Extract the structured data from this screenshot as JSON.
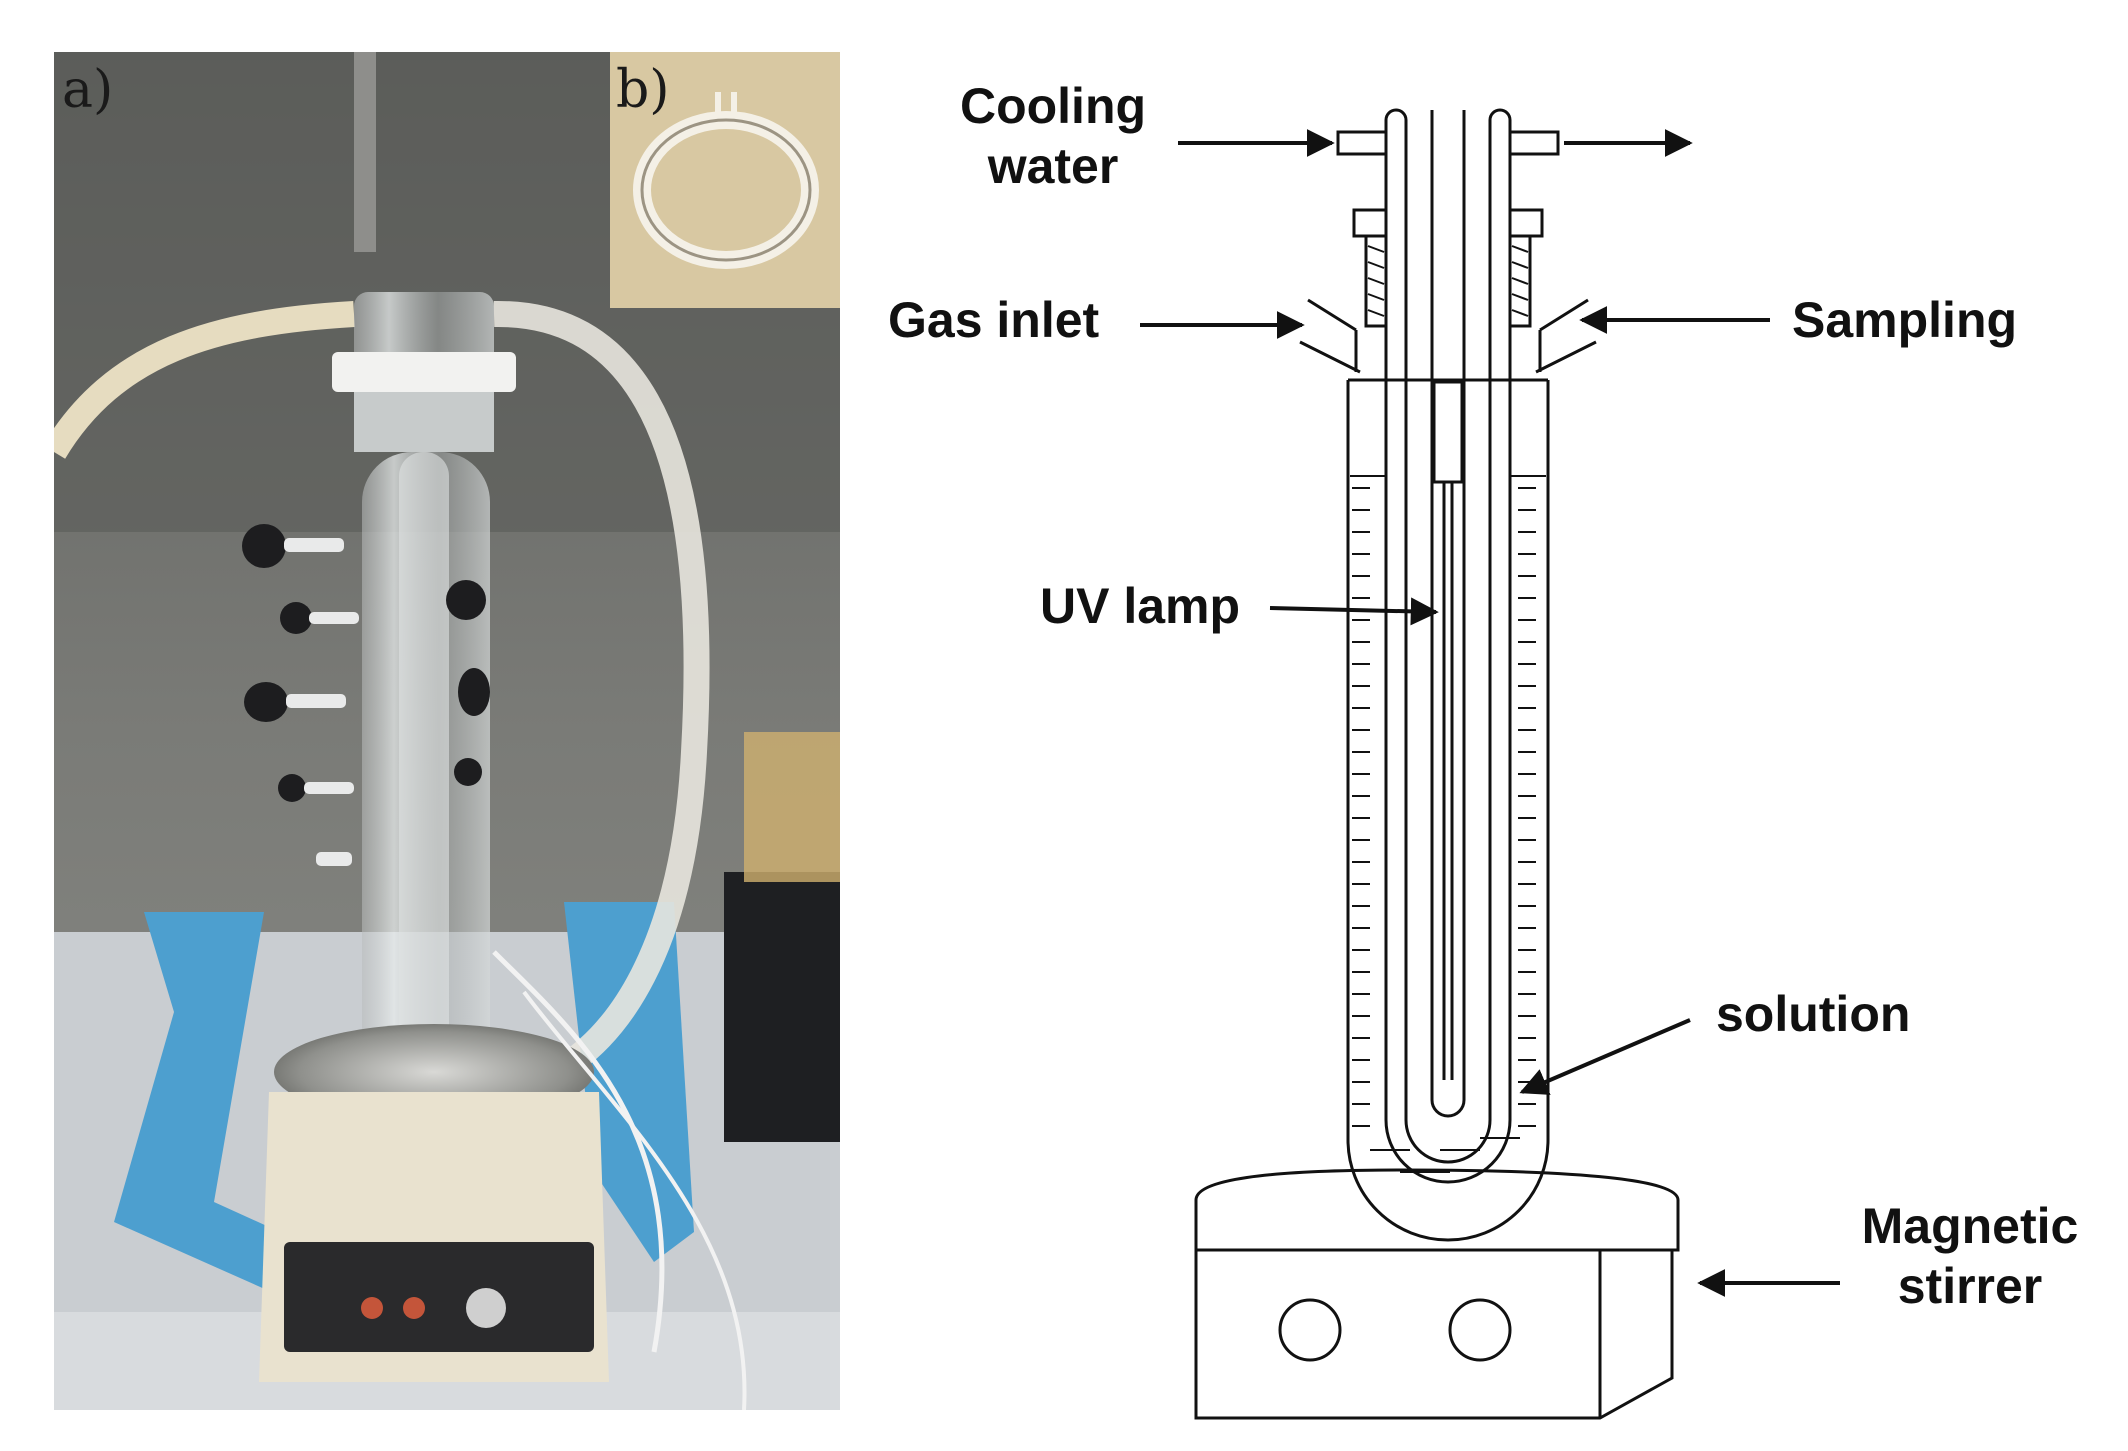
{
  "panels": {
    "a": "a)",
    "b": "b)"
  },
  "labels": {
    "cooling_water": [
      "Cooling",
      "water"
    ],
    "gas_inlet": "Gas inlet",
    "sampling": "Sampling",
    "uv_lamp": "UV lamp",
    "solution": "solution",
    "magnetic_stirrer": [
      "Magnetic",
      "stirrer"
    ]
  },
  "colors": {
    "ink": "#111111",
    "bench_blue": "#4d9fcf",
    "stirrer_body": "#e9e2cf",
    "photo_bg": "#6a6a68"
  }
}
